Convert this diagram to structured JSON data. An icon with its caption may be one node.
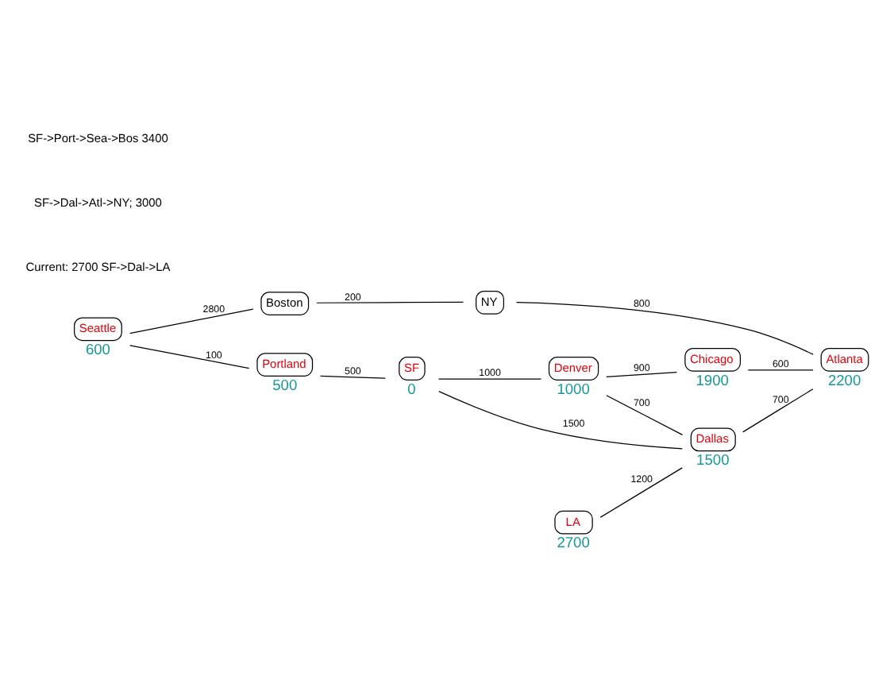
{
  "diagram": {
    "nodes": [
      {
        "text": [
          "Seattle"
        ],
        "beside": [
          "600"
        ]
      },
      {
        "text": [
          "Boston"
        ]
      },
      {
        "text": [
          "Portland"
        ],
        "beside": [
          "500"
        ]
      },
      {
        "text": [
          "NY"
        ]
      },
      {
        "text": [
          "Chicago"
        ],
        "beside": [
          "1900"
        ]
      },
      {
        "text": [
          "SF"
        ],
        "beside": [
          "0"
        ]
      },
      {
        "text": [
          "Denver"
        ],
        "beside": [
          "1000"
        ]
      },
      {
        "text": [
          "Atlanta"
        ],
        "beside": [
          "2200"
        ]
      },
      {
        "text": [
          "LA"
        ],
        "beside": [
          "2700"
        ]
      },
      {
        "text": [
          "Dallas"
        ],
        "beside": [
          "1500"
        ]
      }
    ],
    "edges": [
      {
        "from": 0,
        "to": 1,
        "arrow": "none",
        "label": "2800"
      },
      {
        "from": 0,
        "to": 2,
        "arrow": "none",
        "label": "100"
      },
      {
        "from": 1,
        "to": 3,
        "arrow": "none",
        "label": "200"
      },
      {
        "from": 2,
        "to": 5,
        "arrow": "none",
        "label": "500"
      },
      {
        "from": 6,
        "to": 4,
        "arrow": "none",
        "label": "900"
      },
      {
        "from": 5,
        "to": 6,
        "arrow": "none",
        "label": "1000"
      },
      {
        "from": 3,
        "to": 7,
        "arrow": "none",
        "label": "800"
      },
      {
        "from": 4,
        "to": 7,
        "arrow": "none",
        "label": "600"
      },
      {
        "from": 5,
        "to": 9,
        "arrow": "none",
        "label": "1500"
      },
      {
        "from": 6,
        "to": 9,
        "arrow": "none",
        "label": "700"
      },
      {
        "from": 8,
        "to": 9,
        "arrow": "none",
        "label": "1200"
      },
      {
        "from": 9,
        "to": 7,
        "arrow": "none",
        "label": "700"
      }
    ],
    "labels": [
      "Current: 2700 SF->Dal->LA",
      "SF->Dal->Atl->NY; 3000",
      "SF->Port->Sea->Bos 3400"
    ]
  }
}
